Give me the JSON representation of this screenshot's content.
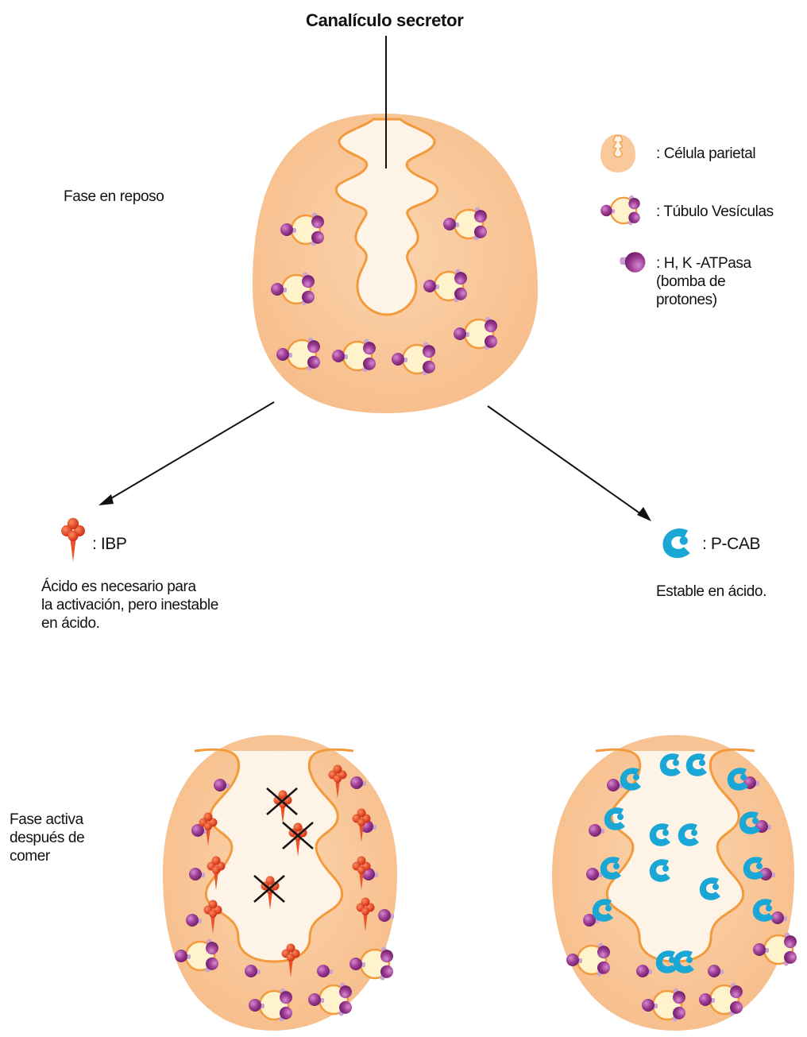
{
  "title": "Canalículo secretor",
  "phase_rest": "Fase en reposo",
  "phase_active": "Fase activa\ndespués de\ncomer",
  "legend": {
    "parietal": ": Célula parietal",
    "tubulo": ": Túbulo Vesículas",
    "atpase": ": H, K -ATPasa\n  (bomba de\n  protones)"
  },
  "ibp": {
    "label": ": IBP",
    "desc": "Ácido es necesario para\nla activación, pero inestable\nen ácido."
  },
  "pcab": {
    "label": ": P-CAB",
    "desc": "Estable en ácido."
  },
  "colors": {
    "cell_fill": "#f9c89b",
    "cell_edge": "#f7a35b",
    "lumen": "#fdf3e6",
    "vesicle": "#fff3cc",
    "pump": "#9b3a8f",
    "ibp": "#e03c1c",
    "pcab": "#1aa7d6"
  }
}
